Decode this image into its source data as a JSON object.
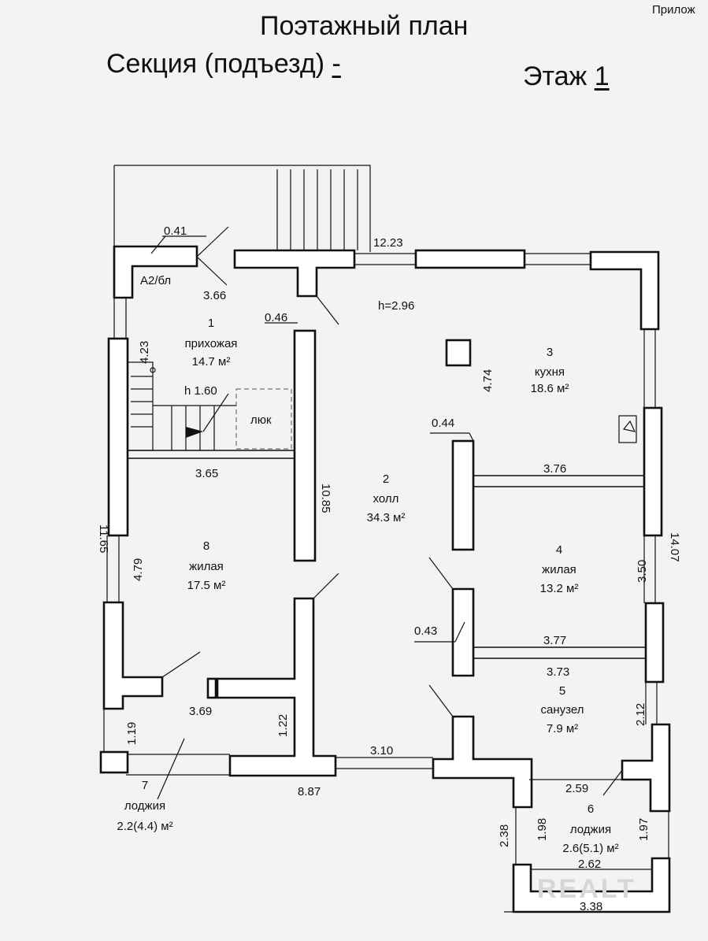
{
  "header": {
    "corner": "Прилож",
    "title": "Поэтажный план",
    "section_label": "Секция (подъезд)",
    "section_value": "-",
    "floor_label": "Этаж",
    "floor_value": "1"
  },
  "rooms": [
    {
      "num": "1",
      "name": "прихожая",
      "area": "14.7 м²"
    },
    {
      "num": "2",
      "name": "холл",
      "area": "34.3 м²"
    },
    {
      "num": "3",
      "name": "кухня",
      "area": "18.6 м²"
    },
    {
      "num": "4",
      "name": "жилая",
      "area": "13.2 м²"
    },
    {
      "num": "5",
      "name": "санузел",
      "area": "7.9 м²"
    },
    {
      "num": "6",
      "name": "лоджия",
      "area": "2.6(5.1) м²"
    },
    {
      "num": "7",
      "name": "лоджия",
      "area": "2.2(4.4) м²"
    },
    {
      "num": "8",
      "name": "жилая",
      "area": "17.5 м²"
    }
  ],
  "dims": {
    "d0_41": "0.41",
    "d12_23": "12.23",
    "d3_66": "3.66",
    "d0_46": "0.46",
    "h296": "h=2.96",
    "a2": "А2/бл",
    "d4_23": "4.23",
    "d4_74": "4.74",
    "h160": "h  1.60",
    "luk": "люк",
    "d0_44": "0.44",
    "d3_65": "3.65",
    "d3_76": "3.76",
    "d11_65": "11.65",
    "d10_85": "10.85",
    "d4_79": "4.79",
    "d3_50": "3.50",
    "d14_07": "14.07",
    "d0_43": "0.43",
    "d3_77": "3.77",
    "d3_73": "3.73",
    "d3_69": "3.69",
    "d1_19": "1.19",
    "d1_22": "1.22",
    "d2_12": "2.12",
    "d3_10": "3.10",
    "d2_59": "2.59",
    "d8_87": "8.87",
    "d2_38": "2.38",
    "d1_98": "1.98",
    "d1_97": "1.97",
    "d2_62": "2.62",
    "d3_38": "3.38"
  },
  "watermark": "REALT"
}
